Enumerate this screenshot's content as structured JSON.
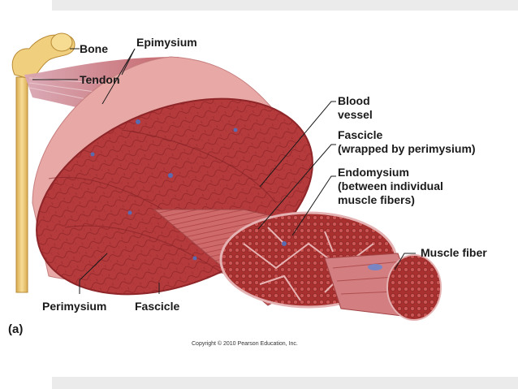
{
  "labels": {
    "bone": "Bone",
    "tendon": "Tendon",
    "epimysium": "Epimysium",
    "blood_vessel": [
      "Blood",
      "vessel"
    ],
    "fascicle_right": [
      "Fascicle",
      "(wrapped by perimysium)"
    ],
    "endomysium": [
      "Endomysium",
      "(between individual",
      "muscle fibers)"
    ],
    "muscle_fiber": "Muscle fiber",
    "perimysium": "Perimysium",
    "fascicle_bottom": "Fascicle"
  },
  "panel_letter": "(a)",
  "copyright": "Copyright © 2010 Pearson Education, Inc.",
  "colors": {
    "muscle": "#b8393b",
    "muscle_dark": "#8e2528",
    "muscle_light": "#d7787a",
    "bone": "#f0cf7e",
    "tendon": "#e9bfc0",
    "sheath": "#f2c9c8",
    "vessel": "#5a6bb0",
    "background_bar": "#ebebeb"
  }
}
